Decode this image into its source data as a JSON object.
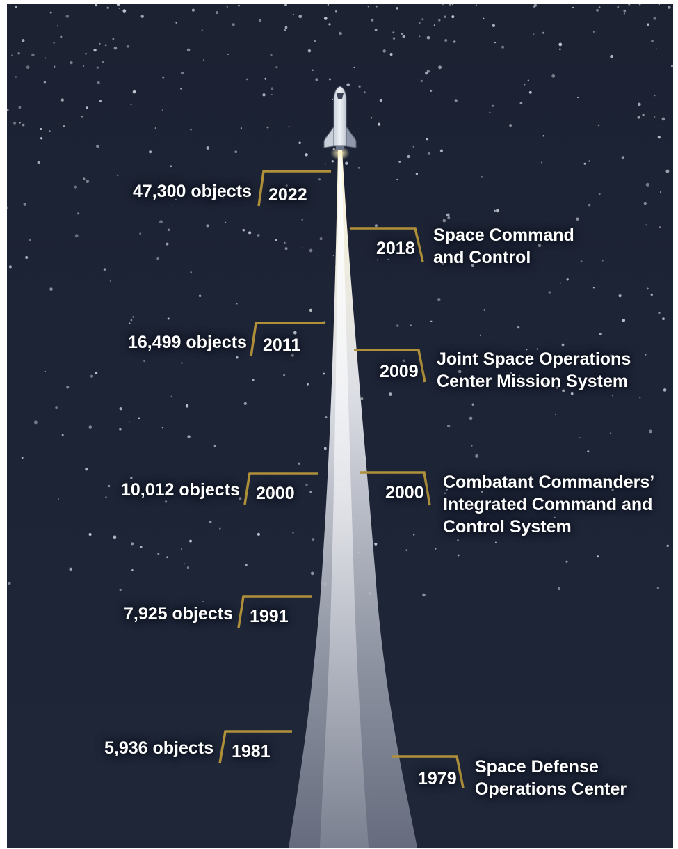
{
  "colors": {
    "background": "#1d2436",
    "accent": "#b0913a",
    "text": "#ffffff",
    "exhaust": "#ffffff"
  },
  "icons": {
    "rocket": "space-shuttle-icon",
    "stars": "star-field"
  },
  "debris_counts": [
    {
      "count": "47,300 objects",
      "year": "2022"
    },
    {
      "count": "16,499 objects",
      "year": "2011"
    },
    {
      "count": "10,012 objects",
      "year": "2000"
    },
    {
      "count": "7,925 objects",
      "year": "1991"
    },
    {
      "count": "5,936 objects",
      "year": "1981"
    }
  ],
  "milestones": [
    {
      "year": "2018",
      "lines": [
        "Space Command",
        "and Control"
      ]
    },
    {
      "year": "2009",
      "lines": [
        "Joint Space Operations",
        "Center Mission System"
      ]
    },
    {
      "year": "2000",
      "lines": [
        "Combatant Commanders’",
        "Integrated Command and",
        "Control System"
      ]
    },
    {
      "year": "1979",
      "lines": [
        "Space Defense",
        "Operations Center"
      ]
    }
  ]
}
